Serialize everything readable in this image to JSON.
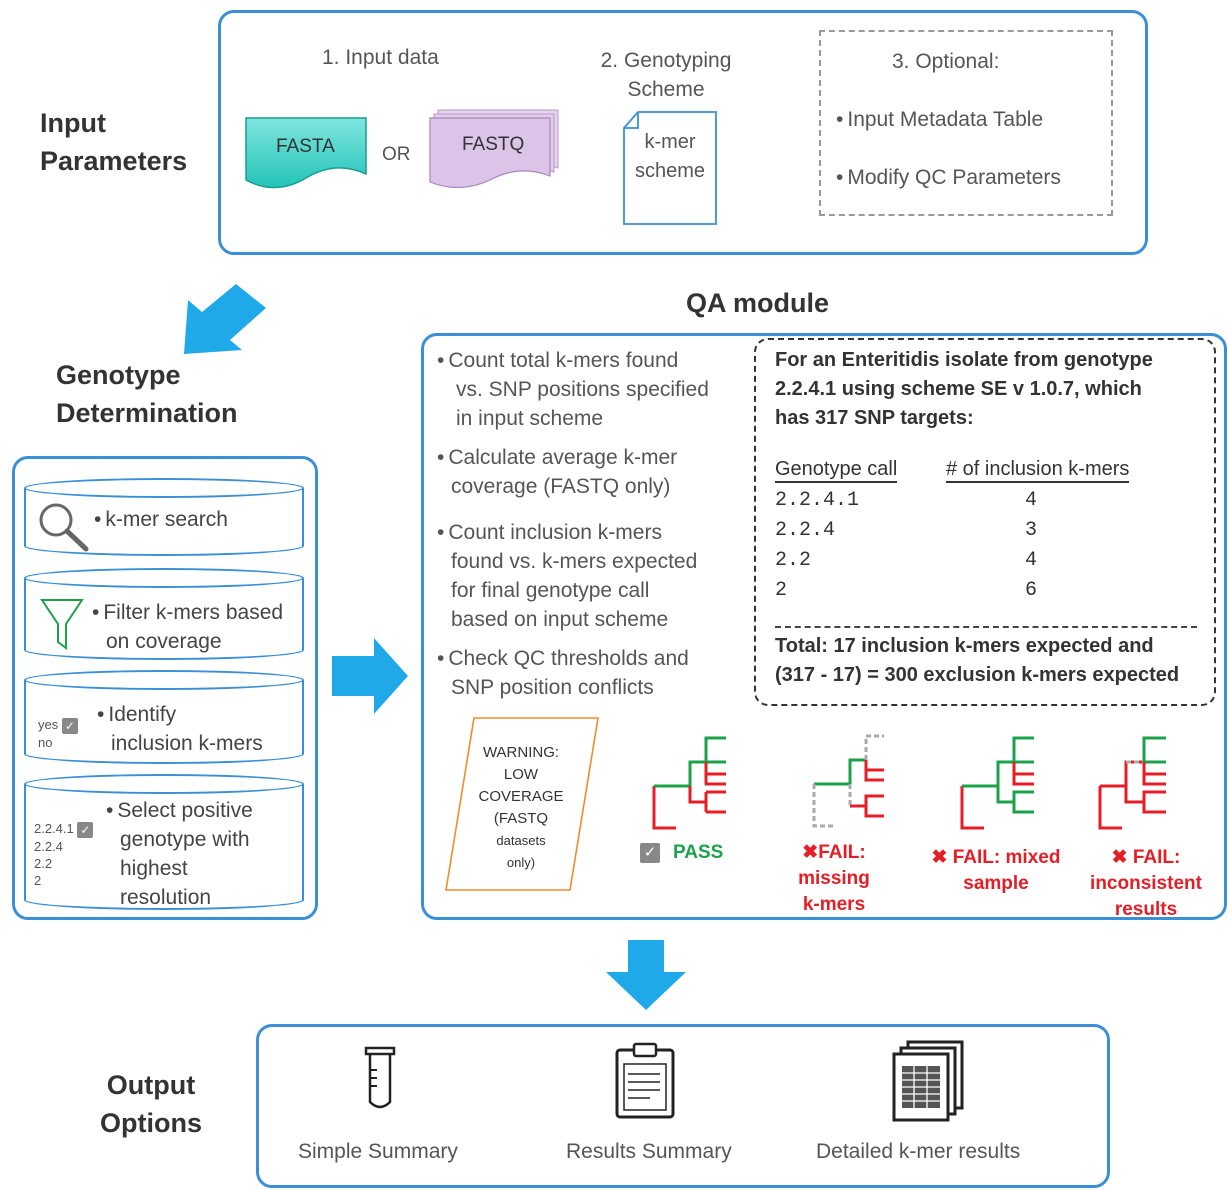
{
  "input": {
    "section_label_1": "Input",
    "section_label_2": "Parameters",
    "col1_title": "1. Input data",
    "fasta": "FASTA",
    "or": "OR",
    "fastq": "FASTQ",
    "col2_title_1": "2. Genotyping",
    "col2_title_2": "Scheme",
    "scheme_line1": "k-mer",
    "scheme_line2": "scheme",
    "col3_title": "3. Optional:",
    "opt1": "Input Metadata Table",
    "opt2": "Modify QC Parameters"
  },
  "genotype": {
    "label_1": "Genotype",
    "label_2": "Determination",
    "step1": "k-mer search",
    "step2_1": "Filter k-mers based",
    "step2_2": "on coverage",
    "step3_1": "Identify",
    "step3_2": "inclusion k-mers",
    "yes": "yes",
    "no": "no",
    "step4_1": "Select positive",
    "step4_2": "genotype with",
    "step4_3": "highest",
    "step4_4": "resolution",
    "geno_list": [
      "2.2.4.1",
      "2.2.4",
      "2.2",
      "2"
    ]
  },
  "qa": {
    "title": "QA module",
    "b1": [
      "Count total k-mers found",
      "vs. SNP positions specified",
      "in input scheme"
    ],
    "b2": [
      "Calculate average k-mer",
      "coverage (FASTQ only)"
    ],
    "b3": [
      "Count inclusion k-mers",
      "found vs. k-mers expected",
      "for final genotype call",
      "based on input scheme"
    ],
    "b4": [
      "Check QC thresholds and",
      "SNP position conflicts"
    ],
    "example_head": [
      "For an Enteritidis isolate from genotype",
      "2.2.4.1  using scheme SE v 1.0.7, which",
      "has 317 SNP targets:"
    ],
    "col_head_1": "Genotype call",
    "col_head_2": "# of inclusion k-mers",
    "rows": [
      {
        "call": "2.2.4.1",
        "count": "4"
      },
      {
        "call": "2.2.4",
        "count": "3"
      },
      {
        "call": "2.2",
        "count": "4"
      },
      {
        "call": "2",
        "count": "6"
      }
    ],
    "total_1": "Total: 17 inclusion k-mers expected and",
    "total_2": "(317 - 17) = 300 exclusion k-mers expected",
    "warning": [
      "WARNING:",
      "LOW",
      "COVERAGE",
      "(FASTQ",
      "datasets",
      "only)"
    ],
    "pass": "PASS",
    "fail1": [
      "FAIL: missing",
      "k-mers"
    ],
    "fail2": [
      "FAIL: mixed",
      "sample"
    ],
    "fail3": [
      "FAIL:",
      "inconsistent",
      "results"
    ],
    "colors": {
      "pass": "#1ba24a",
      "fail": "#e41e26",
      "accent": "#3a8fd6",
      "arrow": "#1fa9e8"
    }
  },
  "output": {
    "label_1": "Output",
    "label_2": "Options",
    "opt1": "Simple Summary",
    "opt2": "Results Summary",
    "opt3": "Detailed k-mer results",
    "icons": [
      "test-tube-icon",
      "clipboard-icon",
      "documents-icon"
    ]
  }
}
